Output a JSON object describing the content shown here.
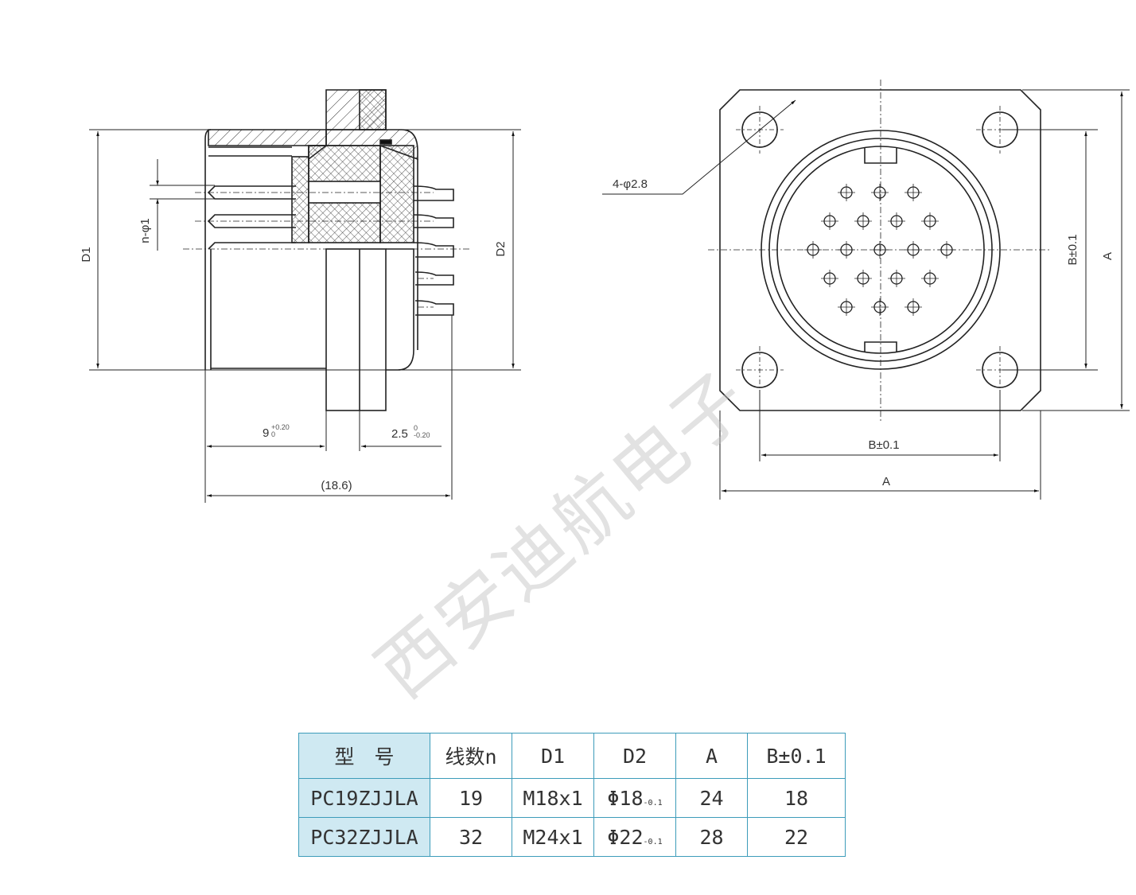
{
  "watermark": "西安迪航电子",
  "side_view": {
    "d1_label": "D1",
    "d2_label": "D2",
    "pin_dia_label": "n-φ1",
    "dim_9": {
      "value": "9",
      "upper": "+0.20",
      "lower": "0"
    },
    "dim_2_5": {
      "value": "2.5",
      "upper": "0",
      "lower": "-0.20"
    },
    "overall_label": "(18.6)"
  },
  "front_view": {
    "hole_label": "4-φ2.8",
    "b_label_h": "B±0.1",
    "a_label_h": "A",
    "b_label_v": "B±0.1",
    "a_label_v": "A"
  },
  "table": {
    "headers": [
      "型　号",
      "线数n",
      "D1",
      "D2",
      "A",
      "B±0.1"
    ],
    "rows": [
      {
        "model": "PC19ZJJLA",
        "n": "19",
        "d1": "M18x1",
        "d2": "Φ18",
        "d2_tol": "-0.1",
        "a": "24",
        "b": "18"
      },
      {
        "model": "PC32ZJJLA",
        "n": "32",
        "d1": "M24x1",
        "d2": "Φ22",
        "d2_tol": "-0.1",
        "a": "28",
        "b": "22"
      }
    ]
  },
  "colors": {
    "table_border": "#3d9cba",
    "header_fill": "#cfe9f2"
  }
}
